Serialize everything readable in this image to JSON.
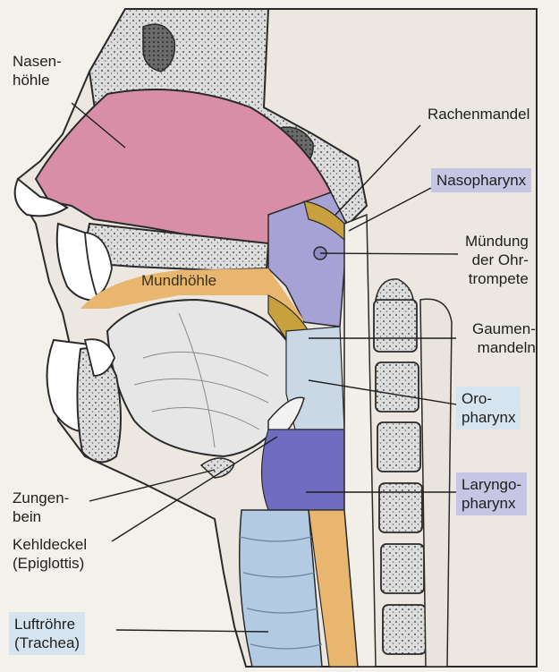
{
  "colors": {
    "background": "#f4f1ec",
    "nasal_cavity": "#d98ea7",
    "oral_cavity_band": "#e8b66e",
    "nasopharynx": "#a6a2d6",
    "oropharynx": "#cad8e6",
    "laryngopharynx": "#6f6cc2",
    "trachea": "#b3cbe2",
    "tonsils": "#c8a03e",
    "bone": "#dcdcdc",
    "outline": "#2a2a2a",
    "label_box_violet": "#c7c5e4",
    "label_box_lightblue": "#d5e4ef"
  },
  "labels": {
    "nasenhoehle": [
      "Nasen-",
      "höhle"
    ],
    "rachenmandel": "Rachenmandel",
    "nasopharynx": "Nasopharynx",
    "muendung": [
      "Mündung",
      "der Ohr-",
      "trompete"
    ],
    "mundhoehle": "Mundhöhle",
    "gaumenmandeln": [
      "Gaumen-",
      "mandeln"
    ],
    "oropharynx": [
      "Oro-",
      "pharynx"
    ],
    "zungenbein": [
      "Zungen-",
      "bein"
    ],
    "laryngopharynx": [
      "Laryngo-",
      "pharynx"
    ],
    "kehldeckel": [
      "Kehldeckel",
      "(Epiglottis)"
    ],
    "luftroehre": [
      "Luftröhre",
      "(Trachea)"
    ]
  }
}
